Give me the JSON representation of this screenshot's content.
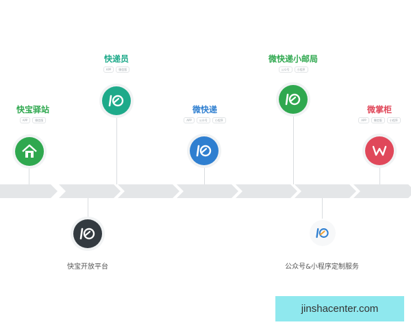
{
  "products_top": [
    {
      "name": "快宝驿站",
      "color": "#2fa84f",
      "tags": [
        "APP",
        "微信版"
      ],
      "icon": "house-icon"
    },
    {
      "name": "快递员",
      "color": "#1eaa8a",
      "tags": [
        "APP",
        "微信版"
      ],
      "icon": "k-logo-icon"
    },
    {
      "name": "微快递",
      "color": "#2f7fd0",
      "tags": [
        "APP",
        "公众号",
        "小程序"
      ],
      "icon": "k-logo-icon"
    },
    {
      "name": "微快递小邮局",
      "color": "#2fa84f",
      "tags": [
        "公众号",
        "小程序"
      ],
      "icon": "k-logo-icon"
    },
    {
      "name": "微掌柜",
      "color": "#e0485a",
      "tags": [
        "APP",
        "微信版",
        "小程序"
      ],
      "icon": "w-logo-icon"
    }
  ],
  "products_bottom": [
    {
      "caption": "快宝开放平台",
      "color": "#333a40",
      "icon": "k-logo-icon"
    },
    {
      "caption": "公众号&小程序定制服务",
      "color": "#2f7fd0",
      "icon": "k-logo-icon"
    }
  ],
  "colors": {
    "arrow": "#e4e6e8",
    "stem": "#d9dcdf",
    "watermark_bg": "#8fe8ee"
  },
  "watermark": "jinshacenter.com"
}
